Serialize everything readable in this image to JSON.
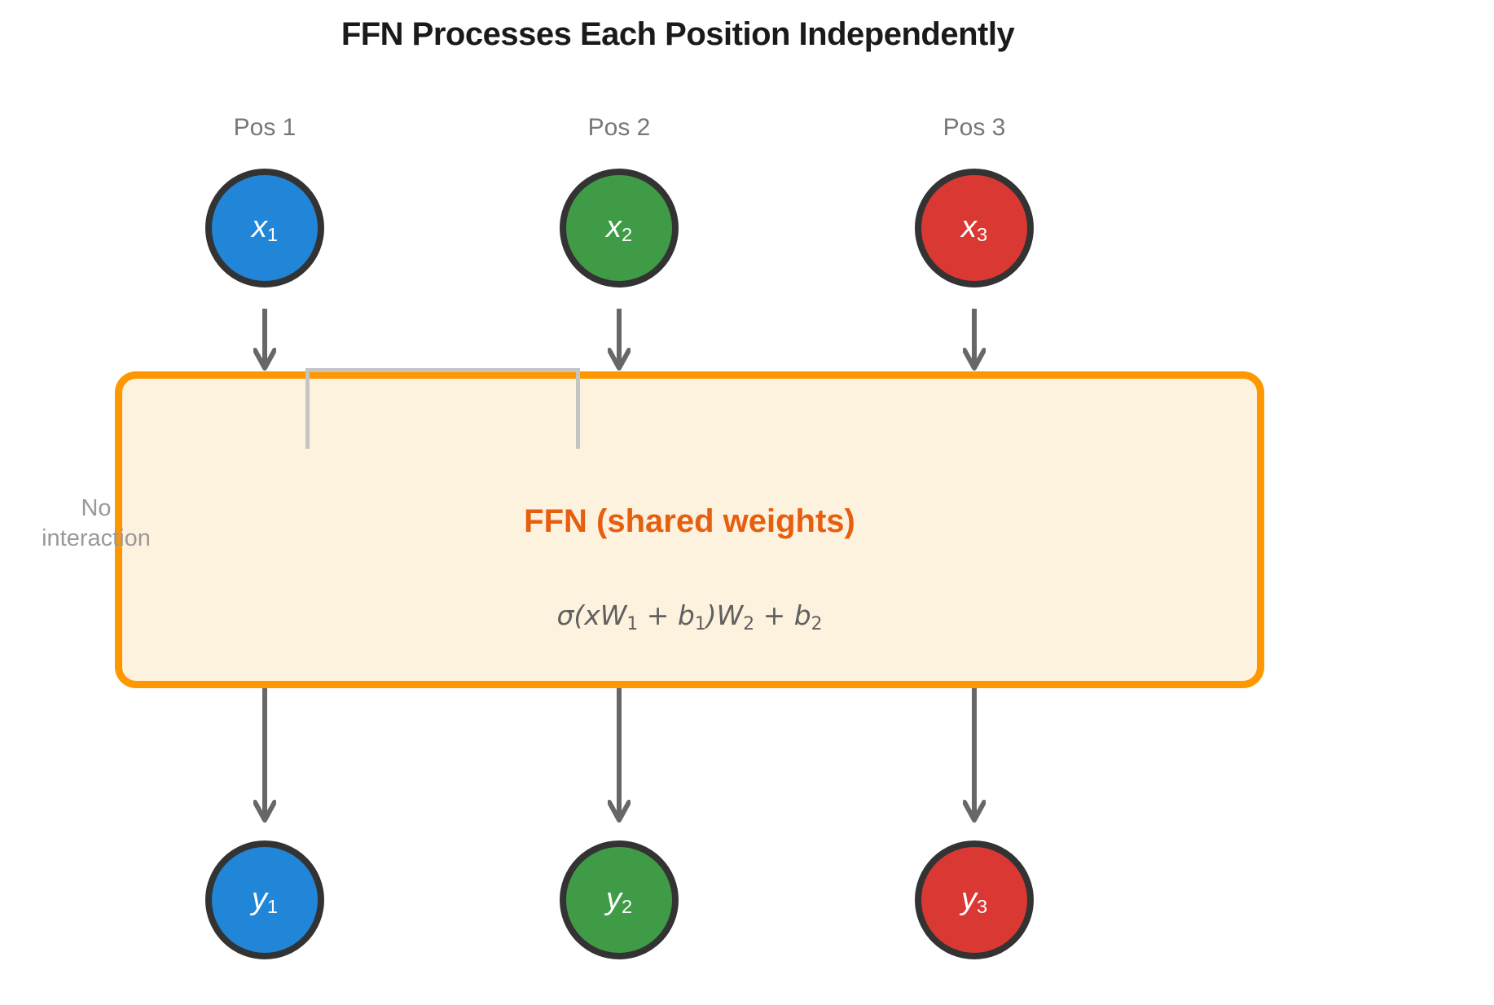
{
  "title": "FFN Processes Each Position Independently",
  "colors": {
    "title_text": "#1a1a1a",
    "pos_label": "#777777",
    "node_border": "#333333",
    "node_text": "#ffffff",
    "blue": "#2185d8",
    "green": "#3f9b45",
    "red": "#da3832",
    "arrow": "#676767",
    "box_fill": "#fdf2de",
    "box_border": "#ff9800",
    "ffn_text": "#e65f10",
    "formula_text": "#606060",
    "faded_text": "#999999",
    "bracket": "#c4c4c4"
  },
  "columns": [
    {
      "pos_label": "Pos 1",
      "color": "#2185d8",
      "input": {
        "base": "x",
        "sub": "1"
      },
      "output": {
        "base": "y",
        "sub": "1"
      }
    },
    {
      "pos_label": "Pos 2",
      "color": "#3f9b45",
      "input": {
        "base": "x",
        "sub": "2"
      },
      "output": {
        "base": "y",
        "sub": "2"
      }
    },
    {
      "pos_label": "Pos 3",
      "color": "#da3832",
      "input": {
        "base": "x",
        "sub": "3"
      },
      "output": {
        "base": "y",
        "sub": "3"
      }
    }
  ],
  "ffn_box": {
    "label": "FFN (shared weights)",
    "formula_parts": [
      {
        "text": "σ(xW"
      },
      {
        "text": "1",
        "sub": true
      },
      {
        "text": " + b"
      },
      {
        "text": "1",
        "sub": true
      },
      {
        "text": ")W"
      },
      {
        "text": "2",
        "sub": true
      },
      {
        "text": " + b"
      },
      {
        "text": "2",
        "sub": true
      }
    ]
  },
  "annotations": {
    "no_interaction_line1": "No",
    "no_interaction_line2": "interaction"
  }
}
